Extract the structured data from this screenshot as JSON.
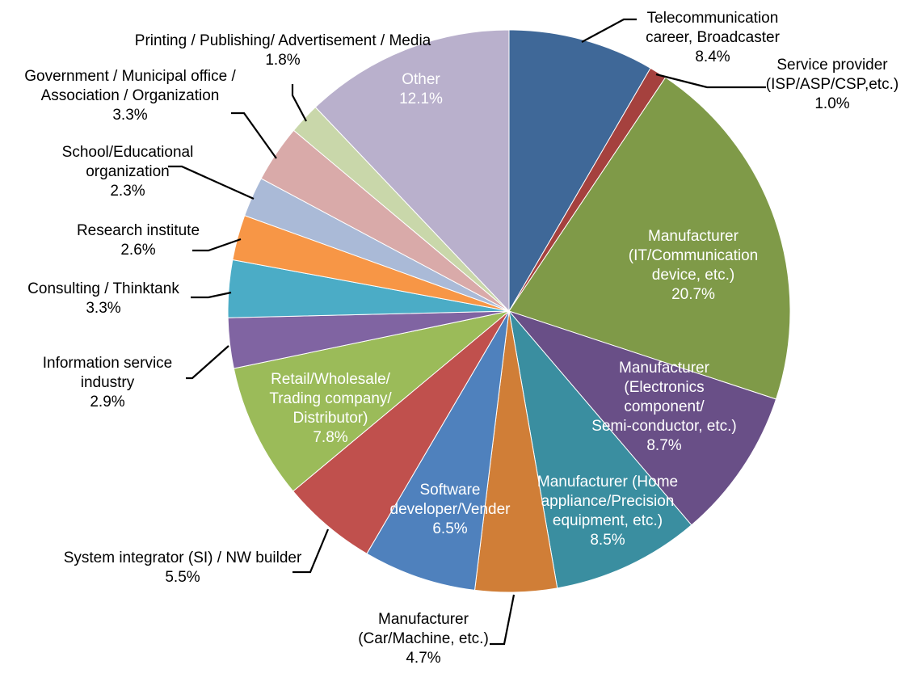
{
  "chart_data": {
    "type": "pie",
    "title": "",
    "legend": "none",
    "slices": [
      {
        "name": "Telecommunication career, Broadcaster",
        "value": 8.4,
        "color": "#3F6898",
        "label_lines": [
          "Telecommunication",
          "career, Broadcaster",
          "8.4%"
        ]
      },
      {
        "name": "Service provider (ISP/ASP/CSP,etc.)",
        "value": 1.0,
        "color": "#A5413E",
        "label_lines": [
          "Service provider",
          "(ISP/ASP/CSP,etc.)",
          "1.0%"
        ]
      },
      {
        "name": "Manufacturer (IT/Communication device, etc.)",
        "value": 20.7,
        "color": "#7F9A48",
        "label_lines": [
          "Manufacturer",
          "(IT/Communication",
          "device, etc.)",
          "20.7%"
        ]
      },
      {
        "name": "Manufacturer (Electronics component/ Semi-conductor, etc.)",
        "value": 8.7,
        "color": "#694F87",
        "label_lines": [
          "Manufacturer",
          "(Electronics",
          "component/",
          "Semi-conductor, etc.)",
          "8.7%"
        ]
      },
      {
        "name": "Manufacturer (Home appliance/Precision equipment, etc.)",
        "value": 8.5,
        "color": "#3A8EA0",
        "label_lines": [
          "Manufacturer (Home",
          "appliance/Precision",
          "equipment, etc.)",
          "8.5%"
        ]
      },
      {
        "name": "Manufacturer (Car/Machine, etc.)",
        "value": 4.7,
        "color": "#D07E37",
        "label_lines": [
          "Manufacturer",
          "(Car/Machine, etc.)",
          "4.7%"
        ]
      },
      {
        "name": "Software developer/Vender",
        "value": 6.5,
        "color": "#4F81BD",
        "label_lines": [
          "Software",
          "developer/Vender",
          "6.5%"
        ]
      },
      {
        "name": "System integrator (SI) / NW builder",
        "value": 5.5,
        "color": "#C0504D",
        "label_lines": [
          "System integrator (SI) / NW builder",
          "5.5%"
        ]
      },
      {
        "name": "Retail/Wholesale/ Trading company/ Distributor",
        "value": 7.8,
        "color": "#9BBB59",
        "label_lines": [
          "Retail/Wholesale/",
          "Trading company/",
          "Distributor)",
          "7.8%"
        ]
      },
      {
        "name": "Information service industry",
        "value": 2.9,
        "color": "#8064A2",
        "label_lines": [
          "Information service",
          "industry",
          "2.9%"
        ]
      },
      {
        "name": "Consulting / Thinktank",
        "value": 3.3,
        "color": "#4BACC6",
        "label_lines": [
          "Consulting / Thinktank",
          "3.3%"
        ]
      },
      {
        "name": "Research institute",
        "value": 2.6,
        "color": "#F79646",
        "label_lines": [
          "Research institute",
          "2.6%"
        ]
      },
      {
        "name": "School/Educational organization",
        "value": 2.3,
        "color": "#AABAD7",
        "label_lines": [
          "School/Educational",
          "organization",
          "2.3%"
        ]
      },
      {
        "name": "Government / Municipal office / Association / Organization",
        "value": 3.3,
        "color": "#D9AAA9",
        "label_lines": [
          "Government / Municipal office /",
          "Association / Organization",
          "3.3%"
        ]
      },
      {
        "name": "Printing / Publishing/ Advertisement / Media",
        "value": 1.8,
        "color": "#C9D7AA",
        "label_lines": [
          "Printing / Publishing/ Advertisement / Media",
          "1.8%"
        ]
      },
      {
        "name": "Other",
        "value": 12.1,
        "color": "#B9B0CC",
        "label_lines": [
          "Other",
          "12.1%"
        ]
      }
    ]
  }
}
